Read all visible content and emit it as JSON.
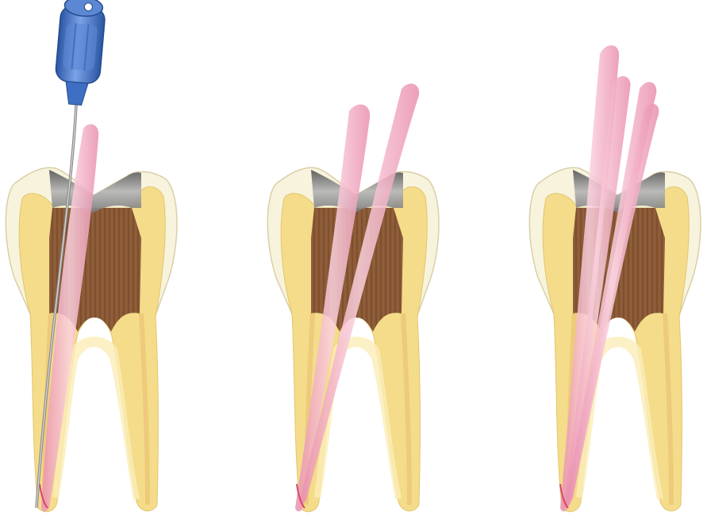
{
  "diagram": {
    "steps": [
      {
        "id": "step-1",
        "point_count": 1,
        "has_file": true
      },
      {
        "id": "step-2",
        "point_count": 2,
        "has_file": false
      },
      {
        "id": "step-3",
        "point_count": 4,
        "has_file": false
      }
    ],
    "colors": {
      "background": "#ffffff",
      "enamel": "#f7f3dd",
      "dentin": "#f4dc8a",
      "pulp_chamber": "#8e5a35",
      "filling": "#7d7d7d",
      "gutta_percha": "#f2a9c0",
      "file_handle": "#3f6fc2",
      "file_shaft": "#9a9a9a",
      "canal_tip": "#d9456b"
    }
  }
}
